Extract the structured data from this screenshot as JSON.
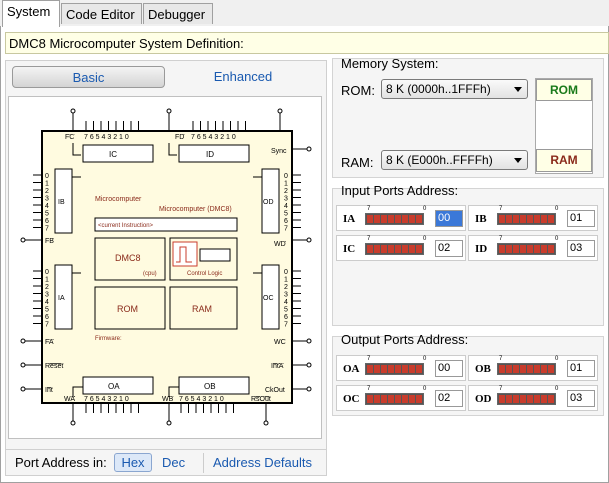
{
  "tabs": [
    {
      "label": "System",
      "active": true
    },
    {
      "label": "Code Editor",
      "active": false
    },
    {
      "label": "Debugger",
      "active": false
    }
  ],
  "definition_title": "DMC8 Microcomputer System Definition:",
  "mode": {
    "basic_label": "Basic",
    "enhanced_label": "Enhanced",
    "selected": "Basic"
  },
  "diagram": {
    "top_pins_left": "7 6 5 4 3 2 1 0",
    "top_pins_right": "7 6 5 4 3 2 1 0",
    "bottom_pins_left": "7 6 5 4 3 2 1 0",
    "bottom_pins_right": "7 6 5 4 3 2 1 0",
    "side_bits": [
      "0",
      "1",
      "2",
      "3",
      "4",
      "5",
      "6",
      "7"
    ],
    "fc": "FC",
    "fd": "FD",
    "sync": "Sync",
    "fb": "FB",
    "wd": "WD",
    "fa": "FA",
    "wc": "WC",
    "reset": "Reset",
    "inta": "IntA",
    "int": "Int",
    "ckout": "CkOut",
    "wa": "WA",
    "wb": "WB",
    "rsout": "RsOut",
    "port_ic": "IC",
    "port_id": "ID",
    "port_ib": "IB",
    "port_od": "OD",
    "port_ia": "IA",
    "port_oc": "OC",
    "port_oa": "OA",
    "port_ob": "OB",
    "microcomputer": "Microcomputer",
    "microcomputer_dmc8": "Microcomputer (DMC8)",
    "current_instruction": "<current Instruction>",
    "dmc8": "DMC8",
    "cpu": "(cpu)",
    "control_logic": "Control Logic",
    "rom": "ROM",
    "ram": "RAM",
    "firmware": "Firmware:"
  },
  "port_address": {
    "label": "Port Address in:",
    "hex": "Hex",
    "dec": "Dec",
    "selected": "Hex",
    "defaults": "Address Defaults"
  },
  "memory": {
    "title": "Memory System:",
    "rom_label": "ROM:",
    "rom_value": "8 K (0000h..1FFFh)",
    "ram_label": "RAM:",
    "ram_value": "8 K (E000h..FFFFh)",
    "rom_box": "ROM",
    "ram_box": "RAM"
  },
  "input_ports": {
    "title": "Input Ports Address:",
    "ports": [
      {
        "name": "IA",
        "value": "00",
        "selected": true
      },
      {
        "name": "IB",
        "value": "01",
        "selected": false
      },
      {
        "name": "IC",
        "value": "02",
        "selected": false
      },
      {
        "name": "ID",
        "value": "03",
        "selected": false
      }
    ]
  },
  "output_ports": {
    "title": "Output Ports Address:",
    "ports": [
      {
        "name": "OA",
        "value": "00",
        "selected": false
      },
      {
        "name": "OB",
        "value": "01",
        "selected": false
      },
      {
        "name": "OC",
        "value": "02",
        "selected": false
      },
      {
        "name": "OD",
        "value": "03",
        "selected": false
      }
    ]
  },
  "bit_scale": {
    "high": "7",
    "low": "0"
  },
  "colors": {
    "chip_fill": "#fffbe0",
    "rom_text": "#1a7a1a",
    "ram_text": "#8a2a1a",
    "accent": "#1a5ab0",
    "led": "#c83c2c"
  }
}
